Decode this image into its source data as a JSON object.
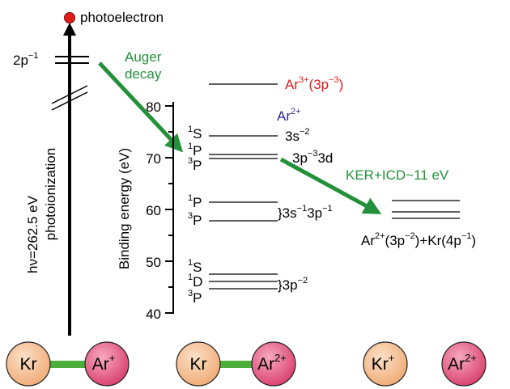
{
  "colors": {
    "black": "#000000",
    "red": "#e21b1b",
    "green": "#23913a",
    "navy": "#2b2a8c",
    "kr_fill": "#f3b98a",
    "ar_fill": "#e0507a",
    "bond": "#4caf3c"
  },
  "labels": {
    "photoelectron": "photoelectron",
    "core_hole_base": "2p",
    "core_hole_sup": "−1",
    "photon_energy": "hν=262.5 eV",
    "photoionization": "photoionization",
    "auger_line1": "Auger",
    "auger_line2": "decay",
    "ar3_base": "Ar",
    "ar3_sup": "3+",
    "ar3_cfg_open": "(3p",
    "ar3_cfg_sup": "−3",
    "ar3_cfg_close": ")",
    "ar2_base": "Ar",
    "ar2_sup": "2+",
    "binding_axis": "Binding energy (eV)",
    "kericd": "KER+ICD~11 eV",
    "final_a": "Ar",
    "final_a_sup": "2+",
    "final_b": "(3p",
    "final_b_sup": "−2",
    "final_c": ")+Kr(4p",
    "final_c_sup": "−1",
    "final_d": ")"
  },
  "axis_ticks": [
    "80",
    "70",
    "60",
    "50",
    "40"
  ],
  "states": {
    "s1": {
      "sup": "1",
      "base": "S"
    },
    "p1_upper": {
      "sup": "1",
      "base": "P"
    },
    "p3_upper": {
      "sup": "3",
      "base": "P"
    },
    "p1_mid": {
      "sup": "1",
      "base": "P"
    },
    "p3_mid": {
      "sup": "3",
      "base": "P"
    },
    "s1_low": {
      "sup": "1",
      "base": "S"
    },
    "d1_low": {
      "sup": "1",
      "base": "D"
    },
    "p3_low": {
      "sup": "3",
      "base": "P"
    }
  },
  "configs": {
    "c3s2_base": "3s",
    "c3s2_sup": "−2",
    "c3p3_base": "3p",
    "c3p3_sup": "−3",
    "c3p3_tail": "3d",
    "c3s1_base": "}3s",
    "c3s1_sup": "−1",
    "c3s1_mid": "3p",
    "c3s1_sup2": "−1",
    "c3p2_base": "}3p",
    "c3p2_sup": "−2"
  },
  "atoms": [
    {
      "label": "Kr",
      "charge": ""
    },
    {
      "label": "Ar",
      "charge": "+"
    },
    {
      "label": "Kr",
      "charge": ""
    },
    {
      "label": "Ar",
      "charge": "2+"
    },
    {
      "label": "Kr",
      "charge": "+"
    },
    {
      "label": "Ar",
      "charge": "2+"
    }
  ]
}
